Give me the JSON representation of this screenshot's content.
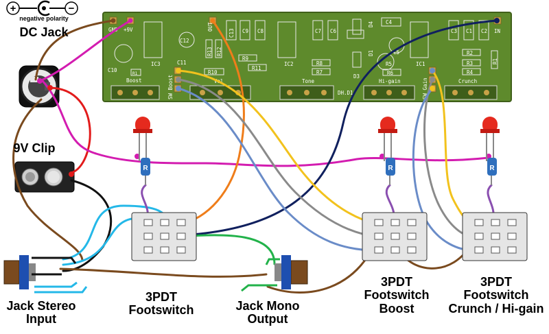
{
  "labels": {
    "dc_jack": "DC Jack",
    "polarity_note": "negative polarity",
    "plus": "+",
    "minus": "−",
    "battery_clip": "9V Clip",
    "jack_input_line1": "Jack Stereo",
    "jack_input_line2": "Input",
    "footswitch_main_line1": "3PDT",
    "footswitch_main_line2": "Footswitch",
    "jack_output_line1": "Jack Mono",
    "jack_output_line2": "Output",
    "footswitch_boost_line1": "3PDT",
    "footswitch_boost_line2": "Footswitch",
    "footswitch_boost_line3": "Boost",
    "footswitch_crunch_line1": "3PDT",
    "footswitch_crunch_line2": "Footswitch",
    "footswitch_crunch_line3": "Crunch / Hi-gain"
  },
  "pcb": {
    "pads": {
      "gnd": "GND",
      "v9": "+9V",
      "out": "OUT",
      "in": "IN",
      "sw_boost": "SW Boost",
      "sw_gain": "SW Gain"
    },
    "sections": {
      "boost": "Boost",
      "vol": "Vol",
      "tone": "Tone",
      "hi_gain": "Hi-gain",
      "crunch": "Crunch",
      "credit": "DH.D1"
    },
    "components": {
      "c10": "C10",
      "r1b": "R1",
      "ic3": "IC3",
      "c11": "C11",
      "c12": "C12",
      "r13": "R13",
      "r12": "R12",
      "c13": "C13",
      "c9": "C9",
      "c8": "C8",
      "r9": "R9",
      "r11": "R11",
      "r10": "R10",
      "ic2": "IC2",
      "c7": "C7",
      "c6": "C6",
      "r8": "R8",
      "r7": "R7",
      "d3": "D3",
      "d4": "D4",
      "c4": "C4",
      "d1": "D1",
      "c5": "C5",
      "r5": "R5",
      "r6": "R6",
      "ic1": "IC1",
      "c3": "C3",
      "c1": "C1",
      "c2": "C2",
      "r2": "R2",
      "r3": "R3",
      "r4": "R4",
      "r1": "R1"
    }
  },
  "led_resistor_label": "R",
  "colors": {
    "pcb": "#5e8a2c",
    "pcb_dark": "#3f5f19",
    "pad": "#c9a247",
    "power_red": "#e21b1b",
    "ground_black": "#111111",
    "brown": "#7a4a1e",
    "magenta": "#d31cb0",
    "yellow": "#f2c21d",
    "grey": "#8a8a8a",
    "blue": "#6a8cc8",
    "navy": "#10205e",
    "orange": "#ef7d1a",
    "cyan": "#24b8e8",
    "green": "#22b24a",
    "purple": "#8a4fb0",
    "led_red": "#e52a1e",
    "resistor_blue": "#2f6fbd",
    "switch_body": "#e5e5e5"
  }
}
